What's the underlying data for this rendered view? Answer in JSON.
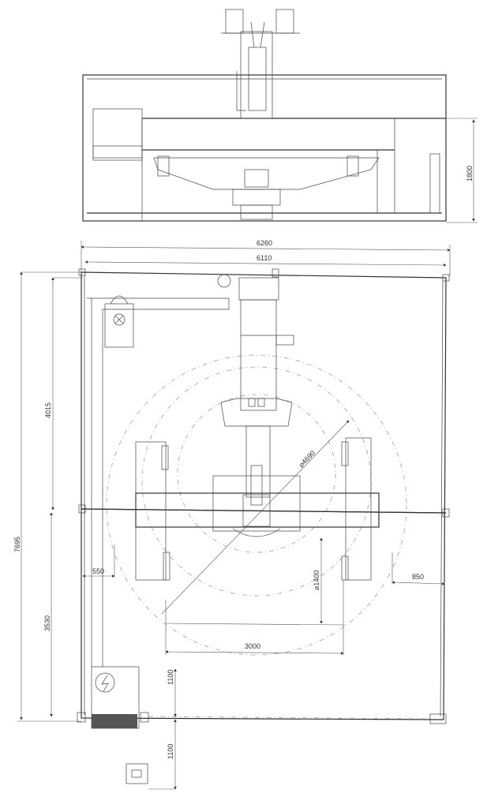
{
  "dimensions": {
    "elevation_height": "1800",
    "overall_width": "6260",
    "frame_width": "6110",
    "overall_length": "7695",
    "front_section_length": "4015",
    "rear_section_length": "3530",
    "working_diameter": "⌀4690",
    "positioner_diameter": "⌀1400",
    "positioner_spacing": "3000",
    "column_offset": "550",
    "side_clearance": "850",
    "cabinet_clearance": "1100",
    "panel_distance": "1100"
  }
}
